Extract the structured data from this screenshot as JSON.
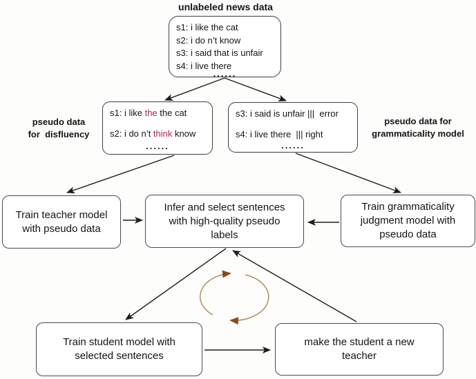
{
  "colors": {
    "highlight": "#a82a50",
    "arrow": "#1c1c1c",
    "box_border": "#3d3d3d",
    "box_fill": "#ffffff",
    "background": "#fdfdfc",
    "text": "#141414",
    "cycle_arc": "#b08e5e",
    "cycle_arrowhead": "#8c4a1c"
  },
  "top": {
    "title": "unlabeled news data",
    "box": {
      "lines": [
        "s1: i like the cat",
        "s2: i do n’t know",
        "s3: i said that is unfair",
        "s4: i live there"
      ],
      "ellipsis": "......"
    }
  },
  "pseudo_disfluency": {
    "label": "pseudo data\nfor  disfluency",
    "line1": {
      "pre": "s1: i like ",
      "highlight": "the",
      "post": " the cat"
    },
    "line2": {
      "pre": "s2: i do n’t ",
      "highlight": "think",
      "post": " know"
    },
    "ellipsis": "......"
  },
  "pseudo_grammaticality": {
    "label": "pseudo data for\ngrammaticality model",
    "line1": "s3: i said is unfair |||  error",
    "line2": "s4: i live there  ||| right",
    "ellipsis": "......"
  },
  "process": {
    "train_teacher": "Train teacher model\nwith pseudo data",
    "infer_select": "Infer and select sentences\nwith high-quality pseudo\nlabels",
    "train_grammaticality": "Train grammaticality\njudgment model with\npseudo data",
    "train_student": "Train student model with\nselected sentences",
    "make_new_teacher": "make the student a new\nteacher"
  }
}
